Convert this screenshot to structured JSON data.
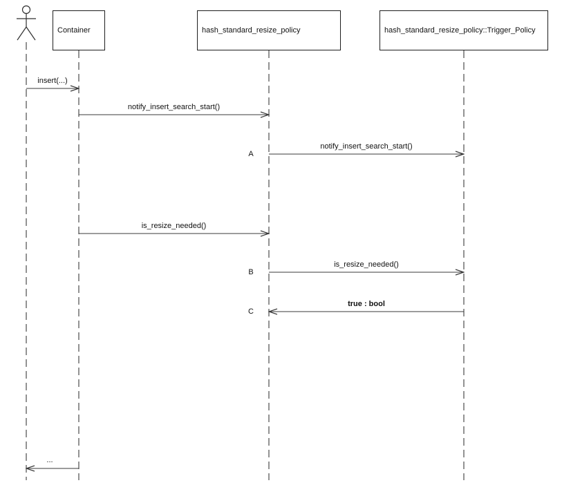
{
  "diagram": {
    "type": "uml-sequence",
    "actor": {
      "name": "user-actor"
    },
    "boxes": [
      {
        "label": "Container"
      },
      {
        "label": "hash_standard_resize_policy"
      },
      {
        "label": "hash_standard_resize_policy::Trigger_Policy"
      }
    ],
    "messages": [
      {
        "label": "insert(...)",
        "from": "actor",
        "to": "Container",
        "kind": "call"
      },
      {
        "label": "notify_insert_search_start()",
        "from": "Container",
        "to": "hash_standard_resize_policy",
        "kind": "call"
      },
      {
        "tag": "A",
        "label": "notify_insert_search_start()",
        "from": "hash_standard_resize_policy",
        "to": "hash_standard_resize_policy::Trigger_Policy",
        "kind": "call"
      },
      {
        "label": "is_resize_needed()",
        "from": "Container",
        "to": "hash_standard_resize_policy",
        "kind": "call"
      },
      {
        "tag": "B",
        "label": "is_resize_needed()",
        "from": "hash_standard_resize_policy",
        "to": "hash_standard_resize_policy::Trigger_Policy",
        "kind": "call"
      },
      {
        "tag": "C",
        "label": "true : bool",
        "from": "hash_standard_resize_policy::Trigger_Policy",
        "to": "hash_standard_resize_policy",
        "kind": "return"
      },
      {
        "label": "...",
        "from": "Container",
        "to": "actor",
        "kind": "return"
      }
    ],
    "colors": {
      "line": "#3a3a3a",
      "lifeline": "#4a4a4a",
      "box_border": "#1c1c1c",
      "text": "#111111",
      "background": "#ffffff"
    }
  }
}
